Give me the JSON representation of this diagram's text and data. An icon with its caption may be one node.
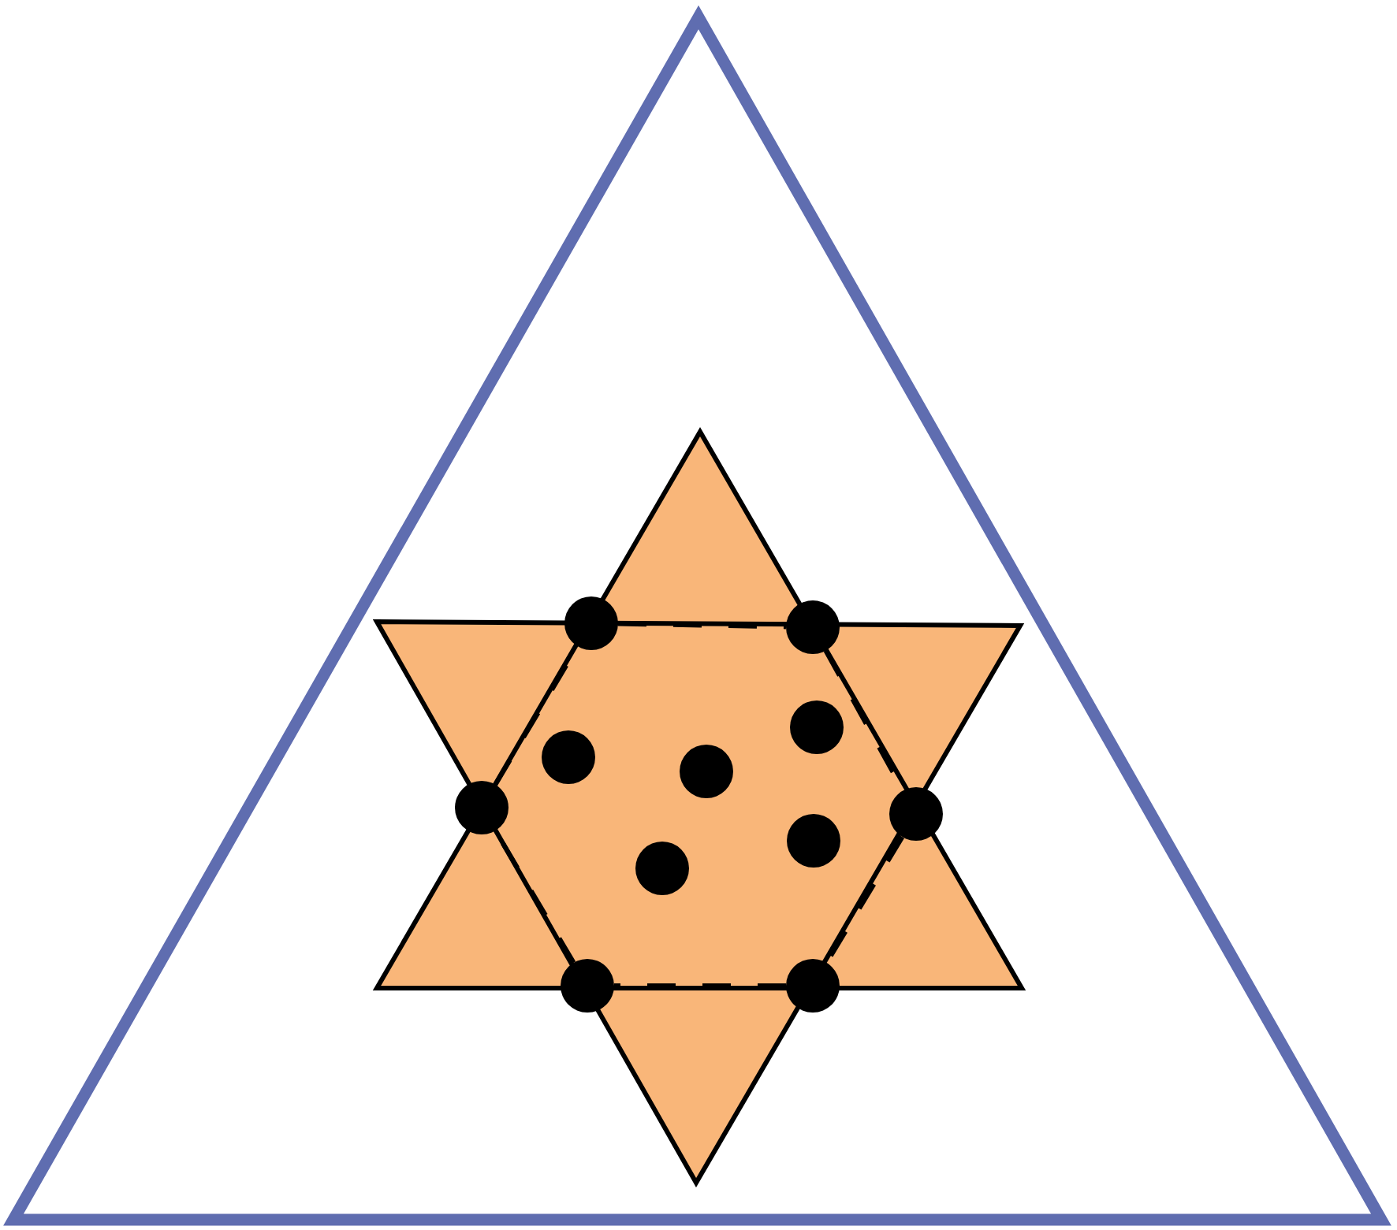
{
  "diagram": {
    "nodes": [
      {
        "text": [],
        "shape": "triangle"
      },
      {
        "text": [],
        "shape": "star",
        "in": 0
      },
      {
        "text": [],
        "shape": "circle",
        "in": 1
      },
      {
        "text": [],
        "shape": "circle",
        "in": 1
      },
      {
        "text": [],
        "shape": "circle",
        "in": 1
      },
      {
        "text": [],
        "shape": "circle",
        "in": 1
      },
      {
        "text": [],
        "shape": "circle",
        "in": 1
      },
      {
        "text": [],
        "shape": "circle",
        "in": 1
      },
      {
        "text": [],
        "shape": "circle",
        "in": 1
      },
      {
        "text": [],
        "shape": "circle",
        "in": 1
      },
      {
        "text": [],
        "shape": "circle",
        "in": 1
      },
      {
        "text": [],
        "shape": "circle",
        "in": 1
      },
      {
        "text": [],
        "shape": "circle",
        "in": 1
      }
    ],
    "edges": [
      {
        "from": 2,
        "to": 3,
        "arrow": "none",
        "style": "dashed"
      },
      {
        "from": 3,
        "to": 5,
        "arrow": "none",
        "style": "dashed"
      },
      {
        "from": 5,
        "to": 7,
        "arrow": "none",
        "style": "dashed"
      },
      {
        "from": 7,
        "to": 6,
        "arrow": "none",
        "style": "dashed"
      },
      {
        "from": 6,
        "to": 4,
        "arrow": "none",
        "style": "dashed"
      },
      {
        "from": 4,
        "to": 2,
        "arrow": "none",
        "style": "dashed"
      }
    ]
  }
}
